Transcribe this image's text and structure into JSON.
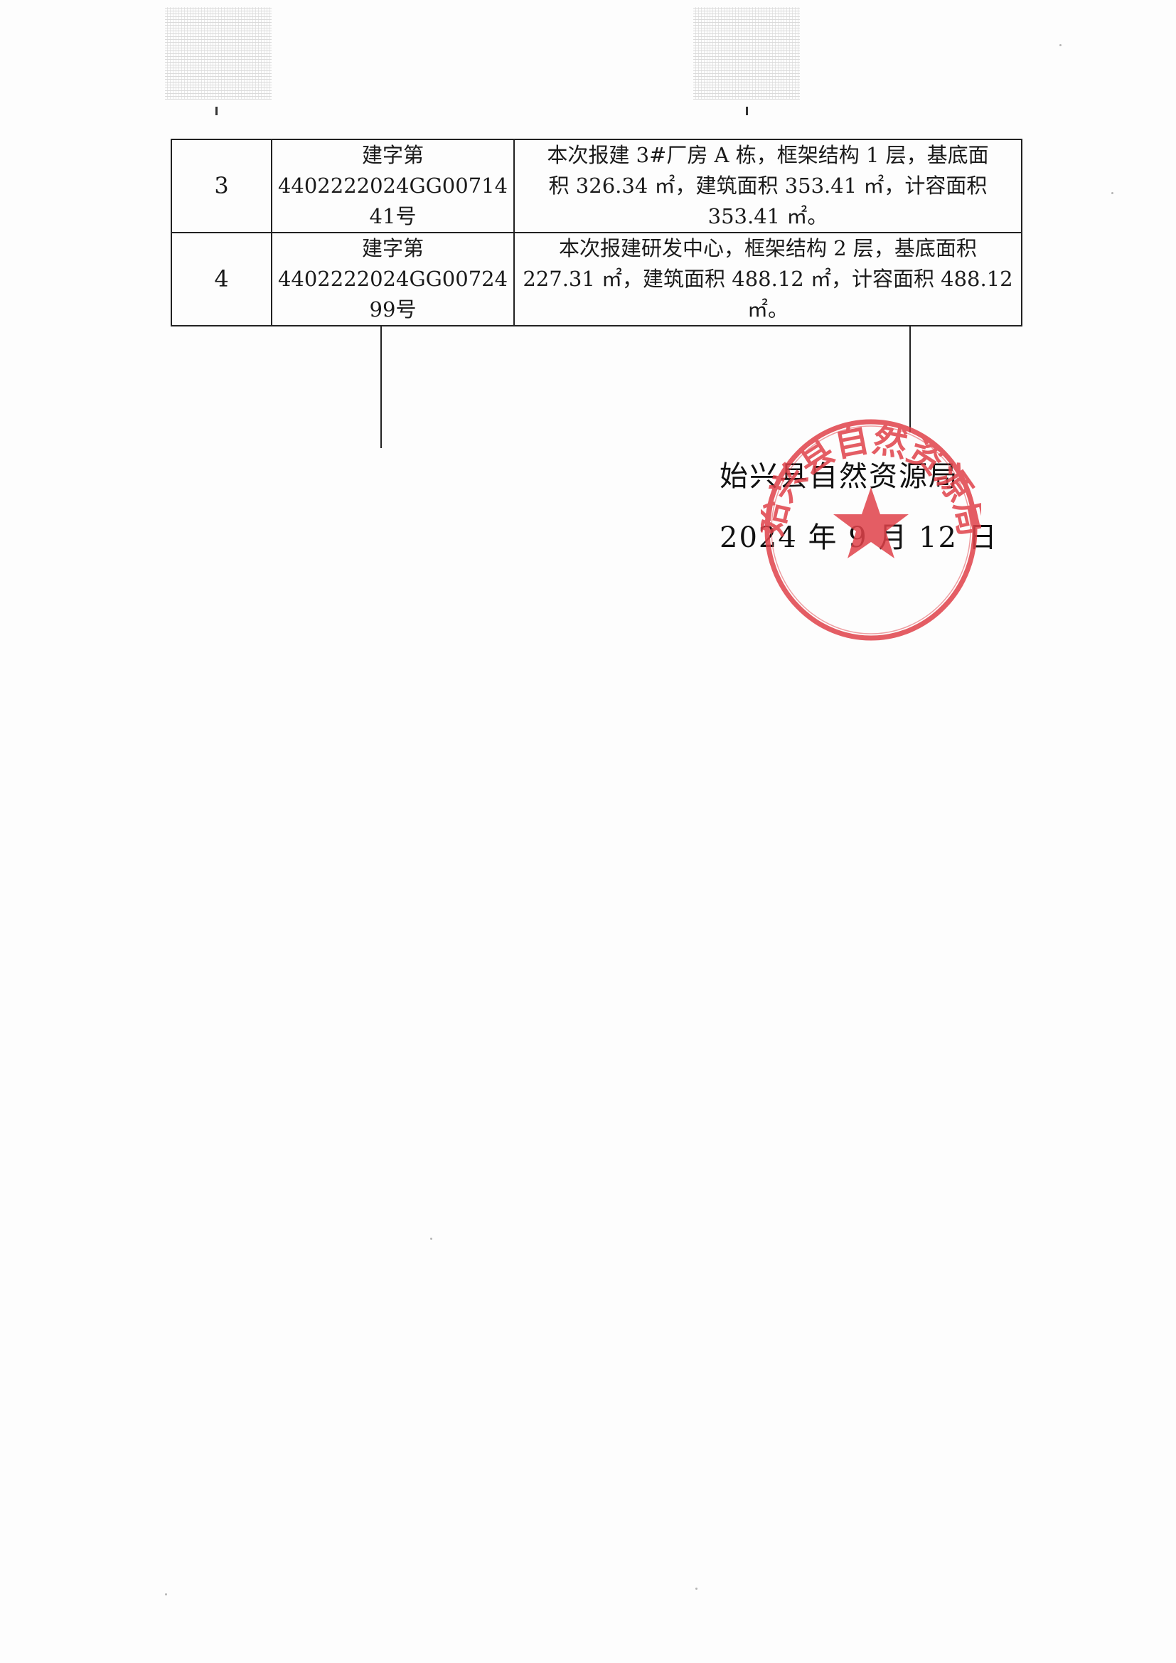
{
  "table": {
    "rows": [
      {
        "number": "3",
        "permit_lines": [
          "建字第",
          "4402222024GG00714",
          "41号"
        ],
        "description_lines": [
          "本次报建 3#厂房 A 栋，框架结构 1 层，基底面",
          "积 326.34 ㎡，建筑面积 353.41 ㎡，计容面积",
          "353.41 ㎡。"
        ]
      },
      {
        "number": "4",
        "permit_lines": [
          "建字第",
          "4402222024GG00724",
          "99号"
        ],
        "description_lines": [
          "本次报建研发中心，框架结构 2 层，基底面积",
          "227.31 ㎡，建筑面积 488.12 ㎡，计容面积 488.12",
          "㎡。"
        ]
      }
    ]
  },
  "signature": {
    "organization": "始兴县自然资源局",
    "date": "2024 年 9 月 12 日"
  },
  "seal": {
    "text": "始兴县自然资源局",
    "color": "#e0424a"
  }
}
